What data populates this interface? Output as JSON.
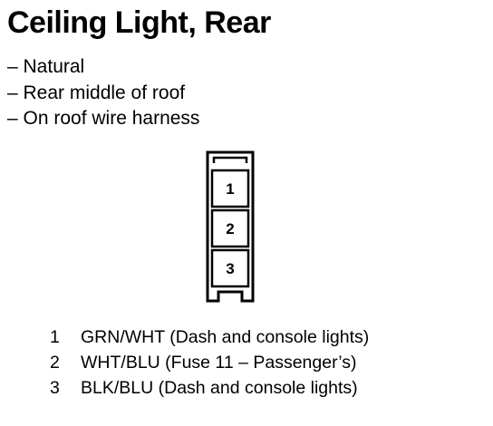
{
  "title": "Ceiling Light, Rear",
  "specs": [
    "– Natural",
    "– Rear middle of roof",
    "– On roof wire harness"
  ],
  "connector": {
    "cavities": [
      "1",
      "2",
      "3"
    ]
  },
  "pins": [
    {
      "number": "1",
      "description": "GRN/WHT (Dash and console lights)"
    },
    {
      "number": "2",
      "description": "WHT/BLU (Fuse 11 – Passenger’s)"
    },
    {
      "number": "3",
      "description": "BLK/BLU (Dash and console lights)"
    }
  ]
}
